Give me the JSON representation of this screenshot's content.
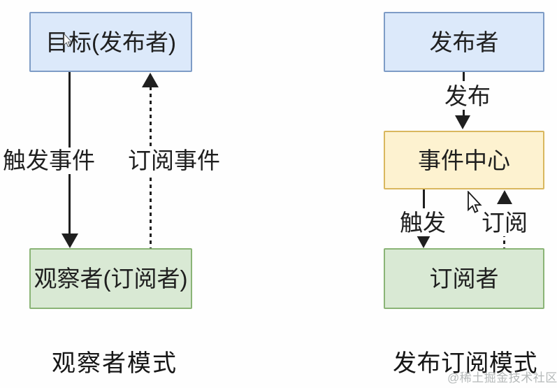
{
  "left_diagram": {
    "title": "观察者模式",
    "nodes": {
      "target": "目标(发布者)",
      "observer": "观察者(订阅者)"
    },
    "edges": {
      "trigger": "触发事件",
      "subscribe": "订阅事件"
    }
  },
  "right_diagram": {
    "title": "发布订阅模式",
    "nodes": {
      "publisher": "发布者",
      "event_center": "事件中心",
      "subscriber": "订阅者"
    },
    "edges": {
      "publish": "发布",
      "trigger": "触发",
      "subscribe": "订阅"
    }
  },
  "colors": {
    "blue_fill": "#dce9fa",
    "blue_border": "#7e9cc6",
    "green_fill": "#d9e9d4",
    "green_border": "#8ab476",
    "yellow_fill": "#fdf2d0",
    "yellow_border": "#d9b75e",
    "line": "#1f1f1f"
  },
  "watermark": {
    "text": "@稀土掘金技术社区"
  }
}
